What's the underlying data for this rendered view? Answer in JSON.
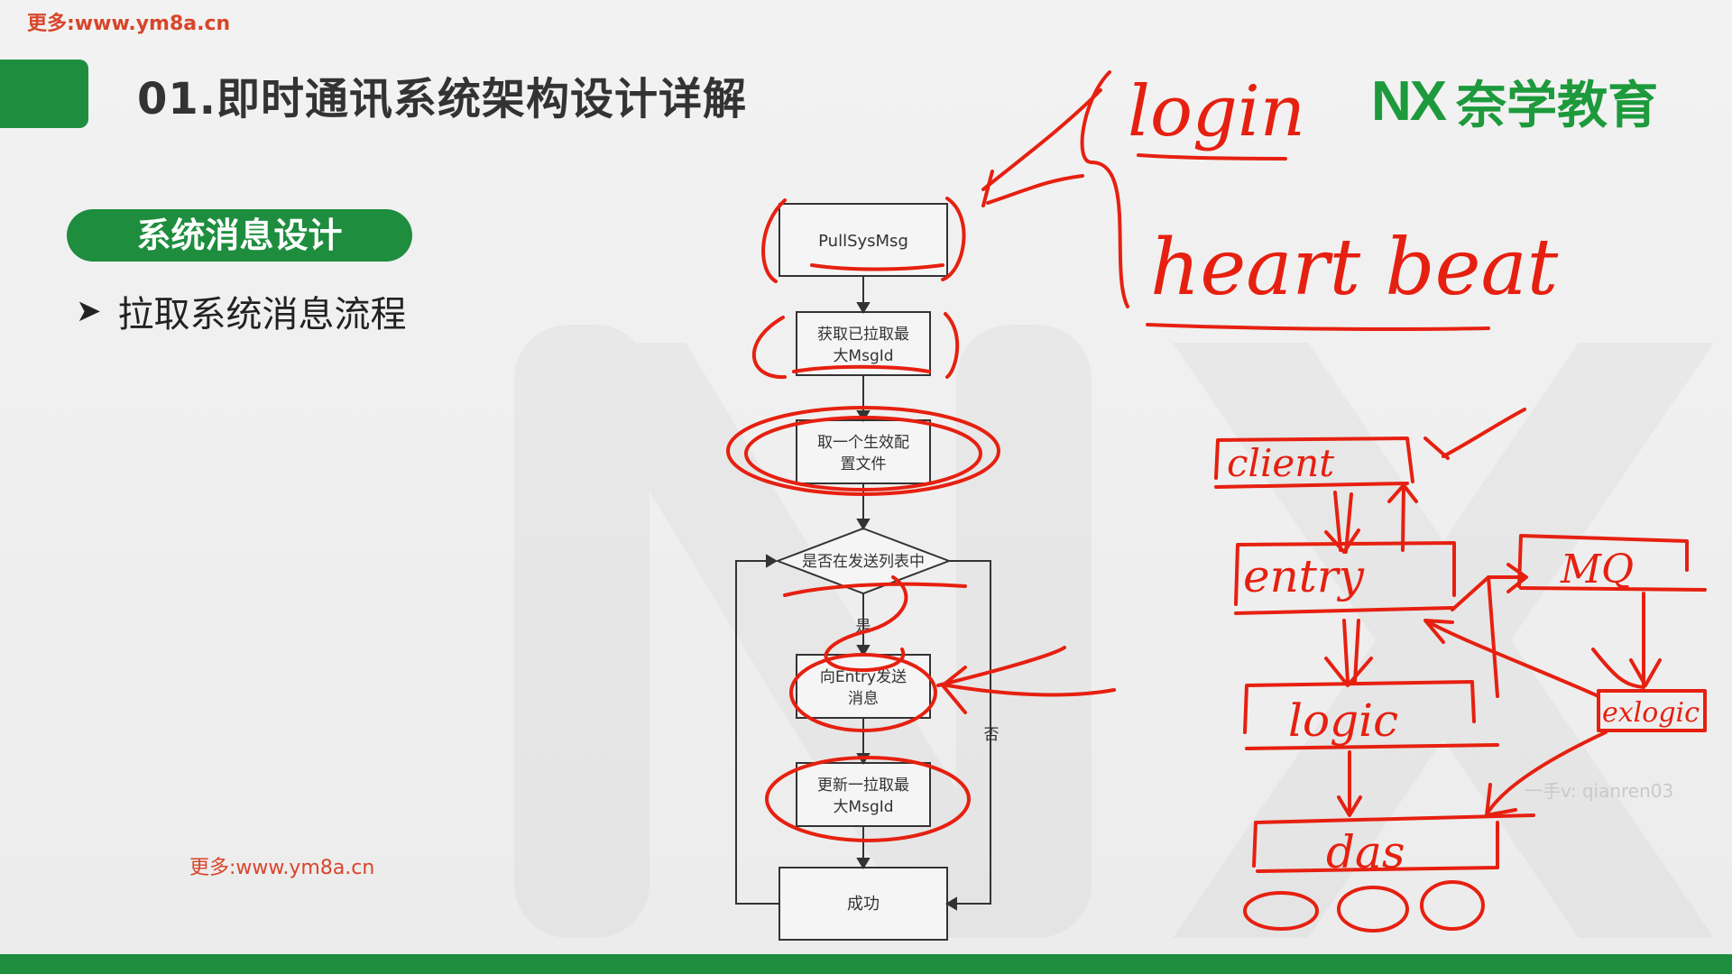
{
  "watermark_top": "更多:www.ym8a.cn",
  "slide_title": "01.即时通讯系统架构设计详解",
  "brand": {
    "logo": "NX",
    "name": "奈学教育"
  },
  "section_pill": "系统消息设计",
  "bullet_text": "拉取系统消息流程",
  "watermark_bottom": "更多:www.ym8a.cn",
  "flowchart": {
    "step1": "PullSysMsg",
    "step2_line1": "获取已拉取最",
    "step2_line2": "大MsgId",
    "step3_line1": "取一个生效配",
    "step3_line2": "置文件",
    "decision": "是否在发送列表中",
    "yes_label": "是",
    "no_label": "否",
    "step4_line1": "向Entry发送",
    "step4_line2": "消息",
    "step5_line1": "更新一拉取最",
    "step5_line2": "大MsgId",
    "end": "成功"
  },
  "handwriting": {
    "login": "login",
    "heartbeat": "heart beat",
    "client": "client",
    "entry": "entry",
    "mq": "MQ",
    "logic": "logic",
    "exlogic": "exlogic",
    "das": "das"
  },
  "credit_text": "一手v: qianren03",
  "colors": {
    "brand_green": "#1e8e3e",
    "ink_red": "#e62010",
    "watermark_red": "#d8452b"
  }
}
